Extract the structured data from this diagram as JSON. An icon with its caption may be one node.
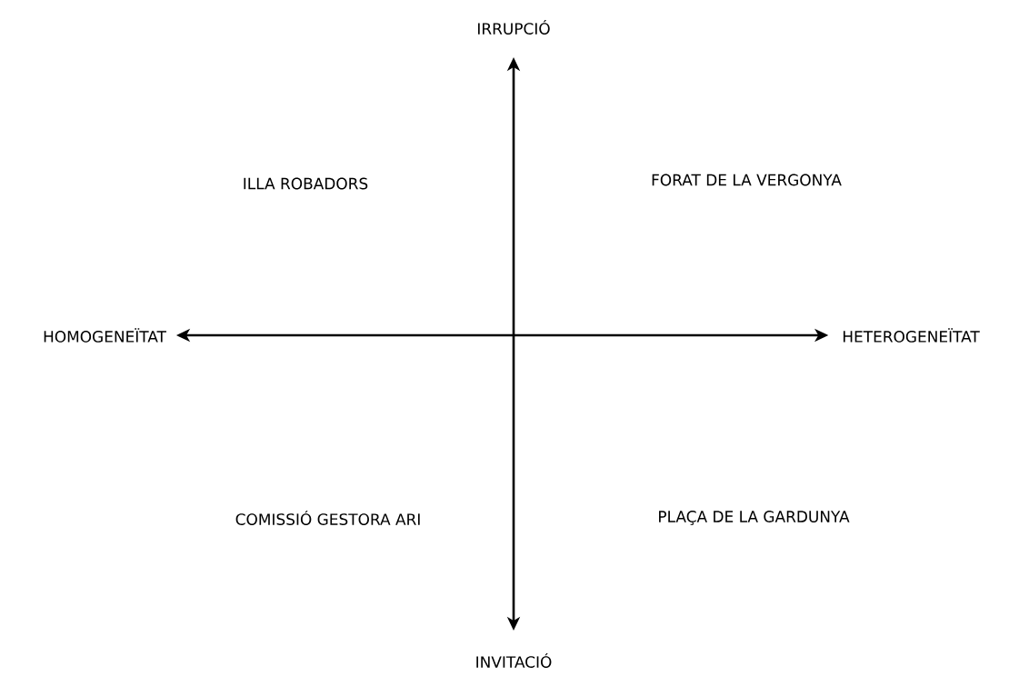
{
  "diagram": {
    "nodes": [
      {
        "text": [
          "IRRUPCIÓ"
        ]
      },
      {
        "text": [
          "HOMOGENEÏTAT"
        ]
      },
      {
        "text": [
          "HETEROGENEÏTAT"
        ]
      },
      {
        "text": [
          "INVITACIÓ"
        ]
      }
    ],
    "edges": [
      {
        "from": 0,
        "to": 3,
        "arrow": "both"
      },
      {
        "from": 1,
        "to": 2,
        "arrow": "both"
      }
    ],
    "labels": [
      "ILLA ROBADORS",
      "FORAT DE LA VERGONYA",
      "COMISSIÓ GESTORA ARI",
      "PLAÇA DE LA GARDUNYA"
    ]
  }
}
